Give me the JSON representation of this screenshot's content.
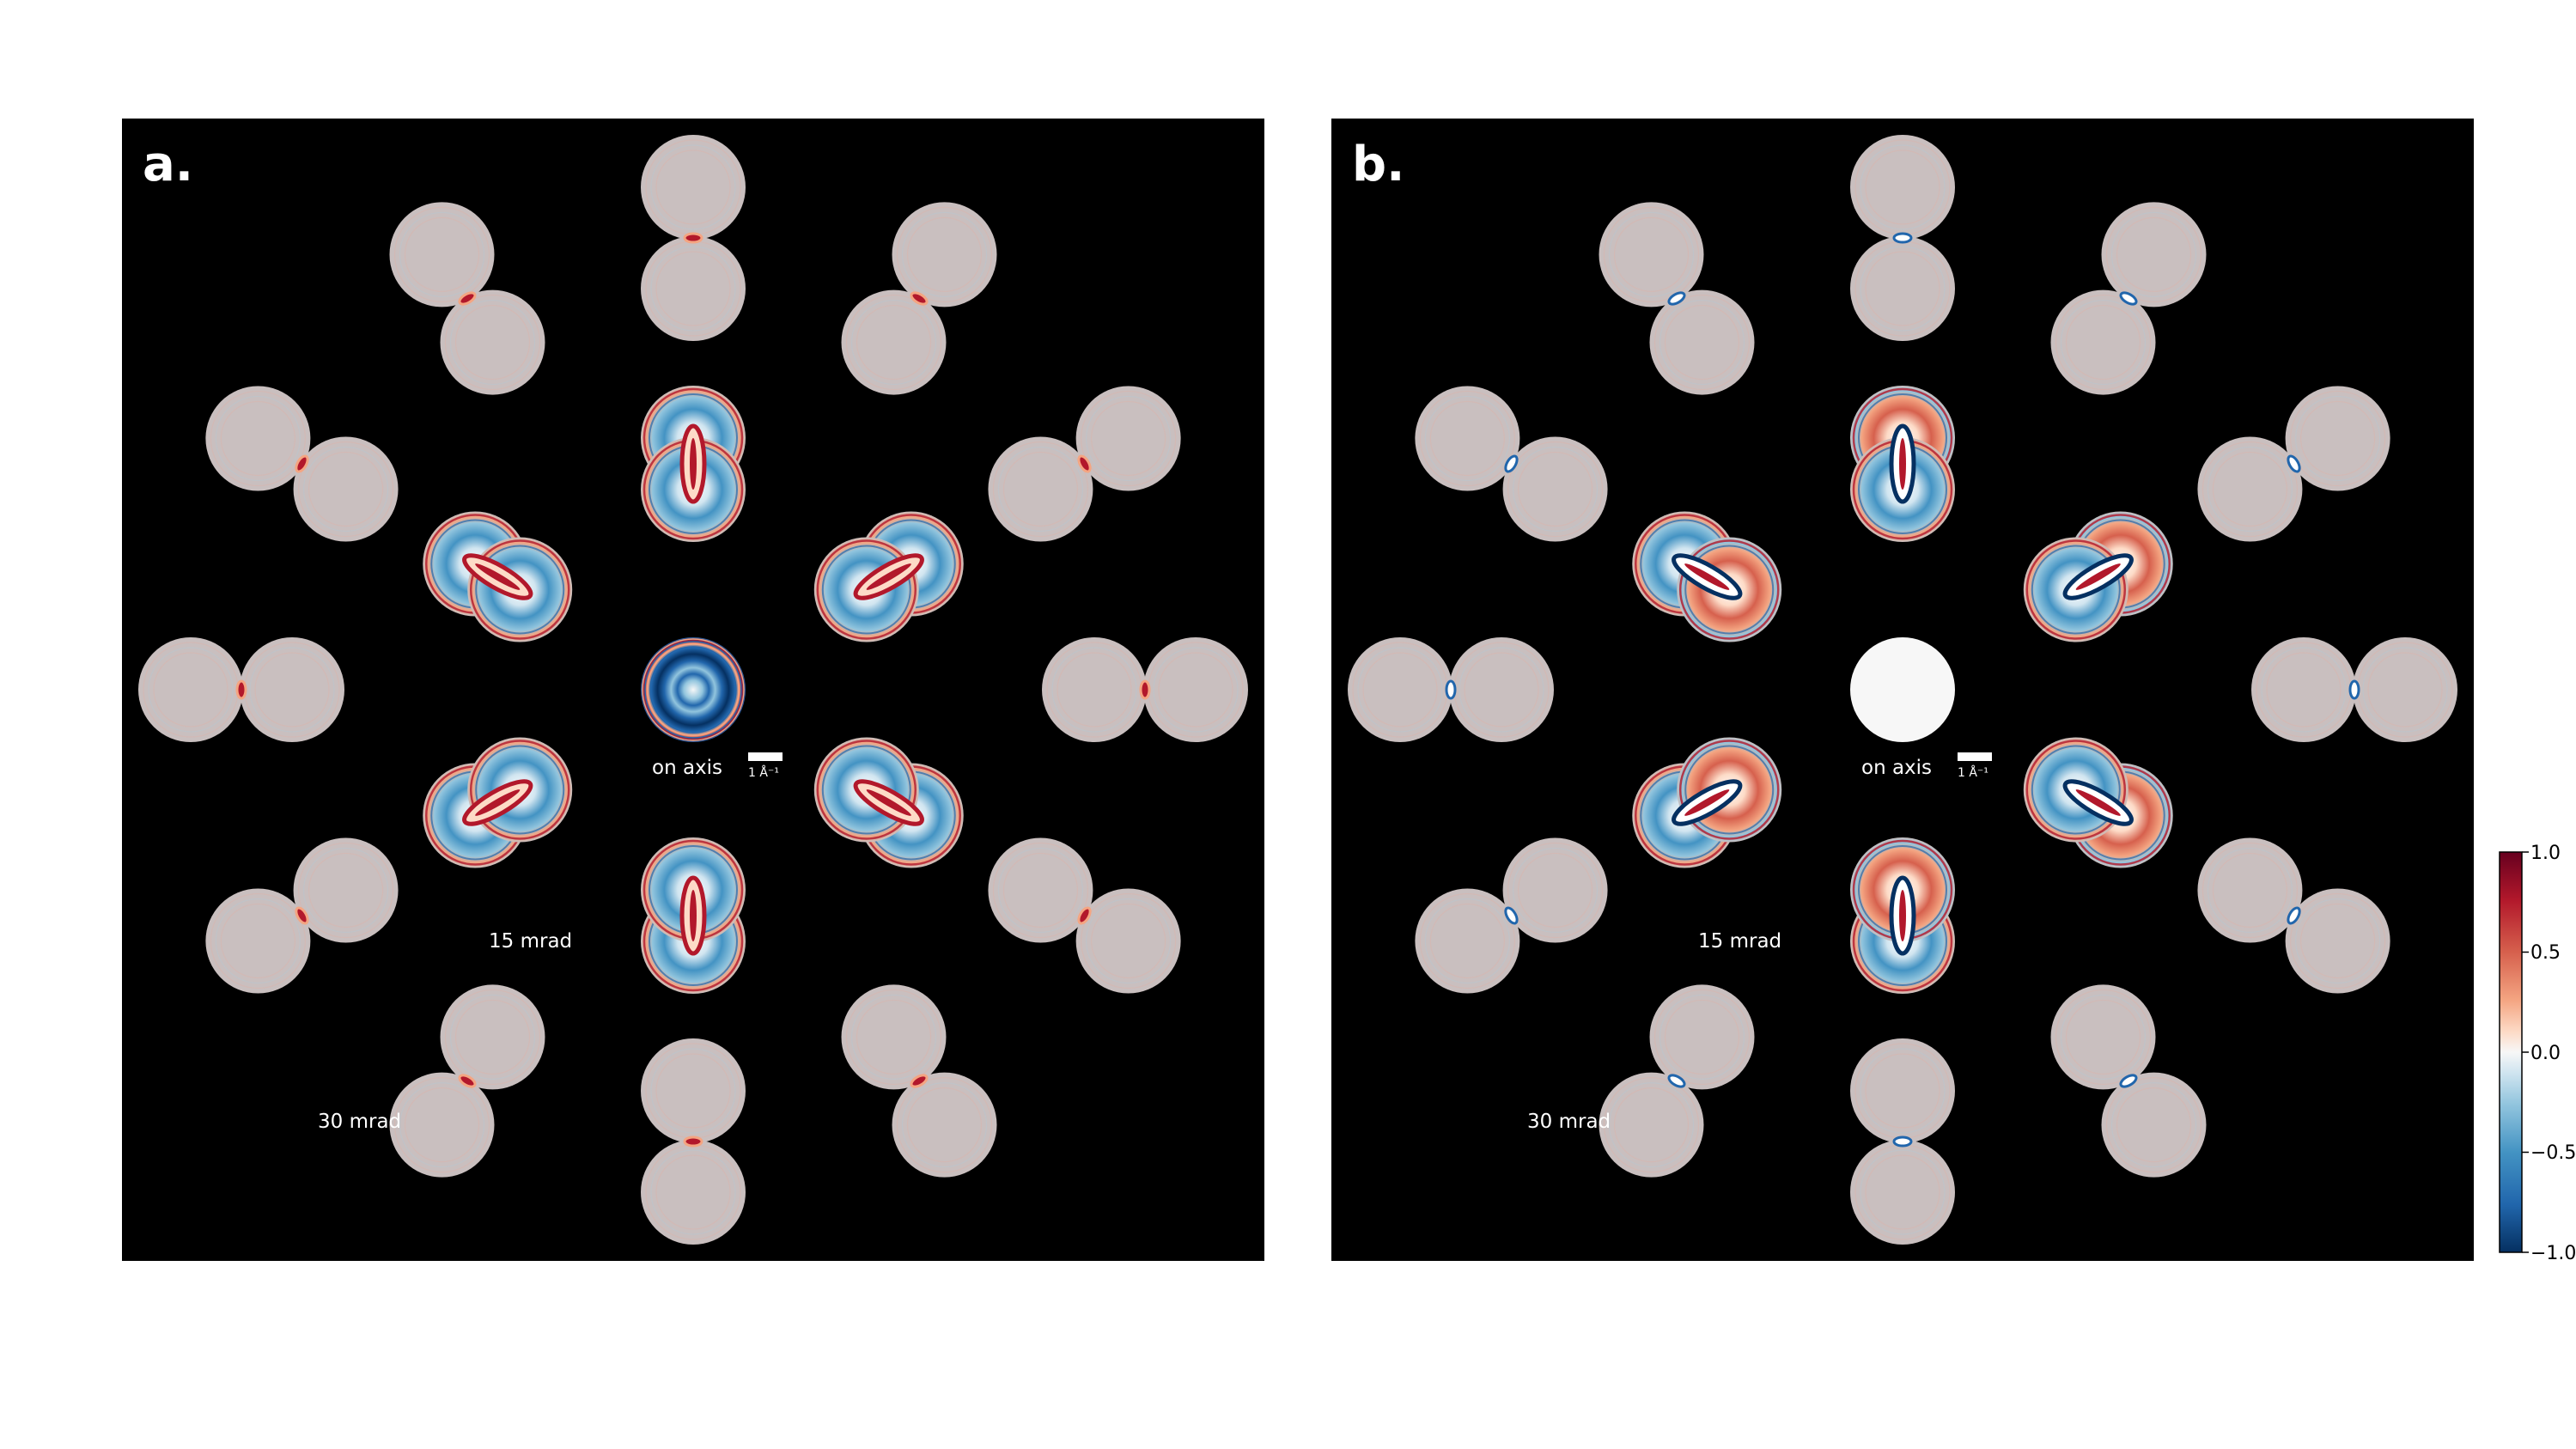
{
  "panels": [
    {
      "id": "a",
      "label": "a.",
      "center_mode": "rings"
    },
    {
      "id": "b",
      "label": "b.",
      "center_mode": "blank"
    }
  ],
  "labels": {
    "on_axis": "on axis",
    "scale_bar": "1 Å⁻¹",
    "inner_ring": "15 mrad",
    "outer_ring": "30 mrad"
  },
  "colorbar": {
    "colormap": "RdBu_r",
    "min": -1.0,
    "max": 1.0,
    "ticks": [
      "1.0",
      "0.5",
      "0.0",
      "−0.5",
      "−1.0"
    ]
  },
  "colors": {
    "background": "#000000",
    "disk_gray": "#c9bfbf",
    "red": "#b2182b",
    "light_red": "#f4a582",
    "blue": "#2166ac",
    "light_blue": "#92c5de",
    "white": "#f7f7f7"
  }
}
